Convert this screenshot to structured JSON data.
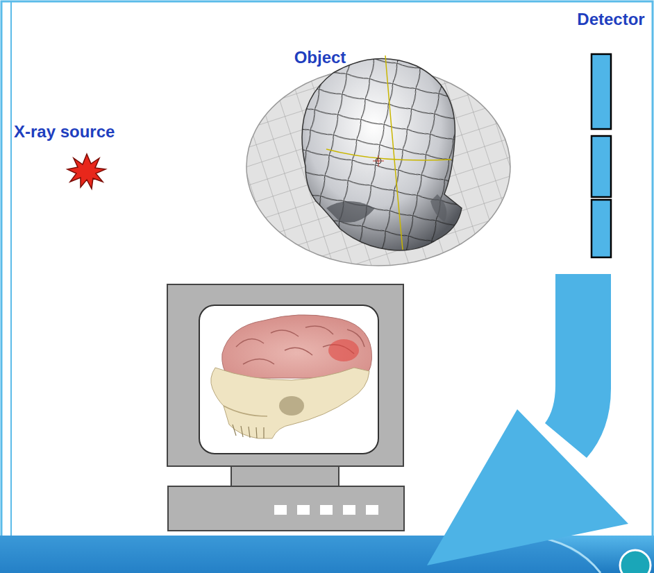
{
  "diagram": {
    "labels": [
      "Object",
      "Detector",
      "X-ray source"
    ]
  }
}
